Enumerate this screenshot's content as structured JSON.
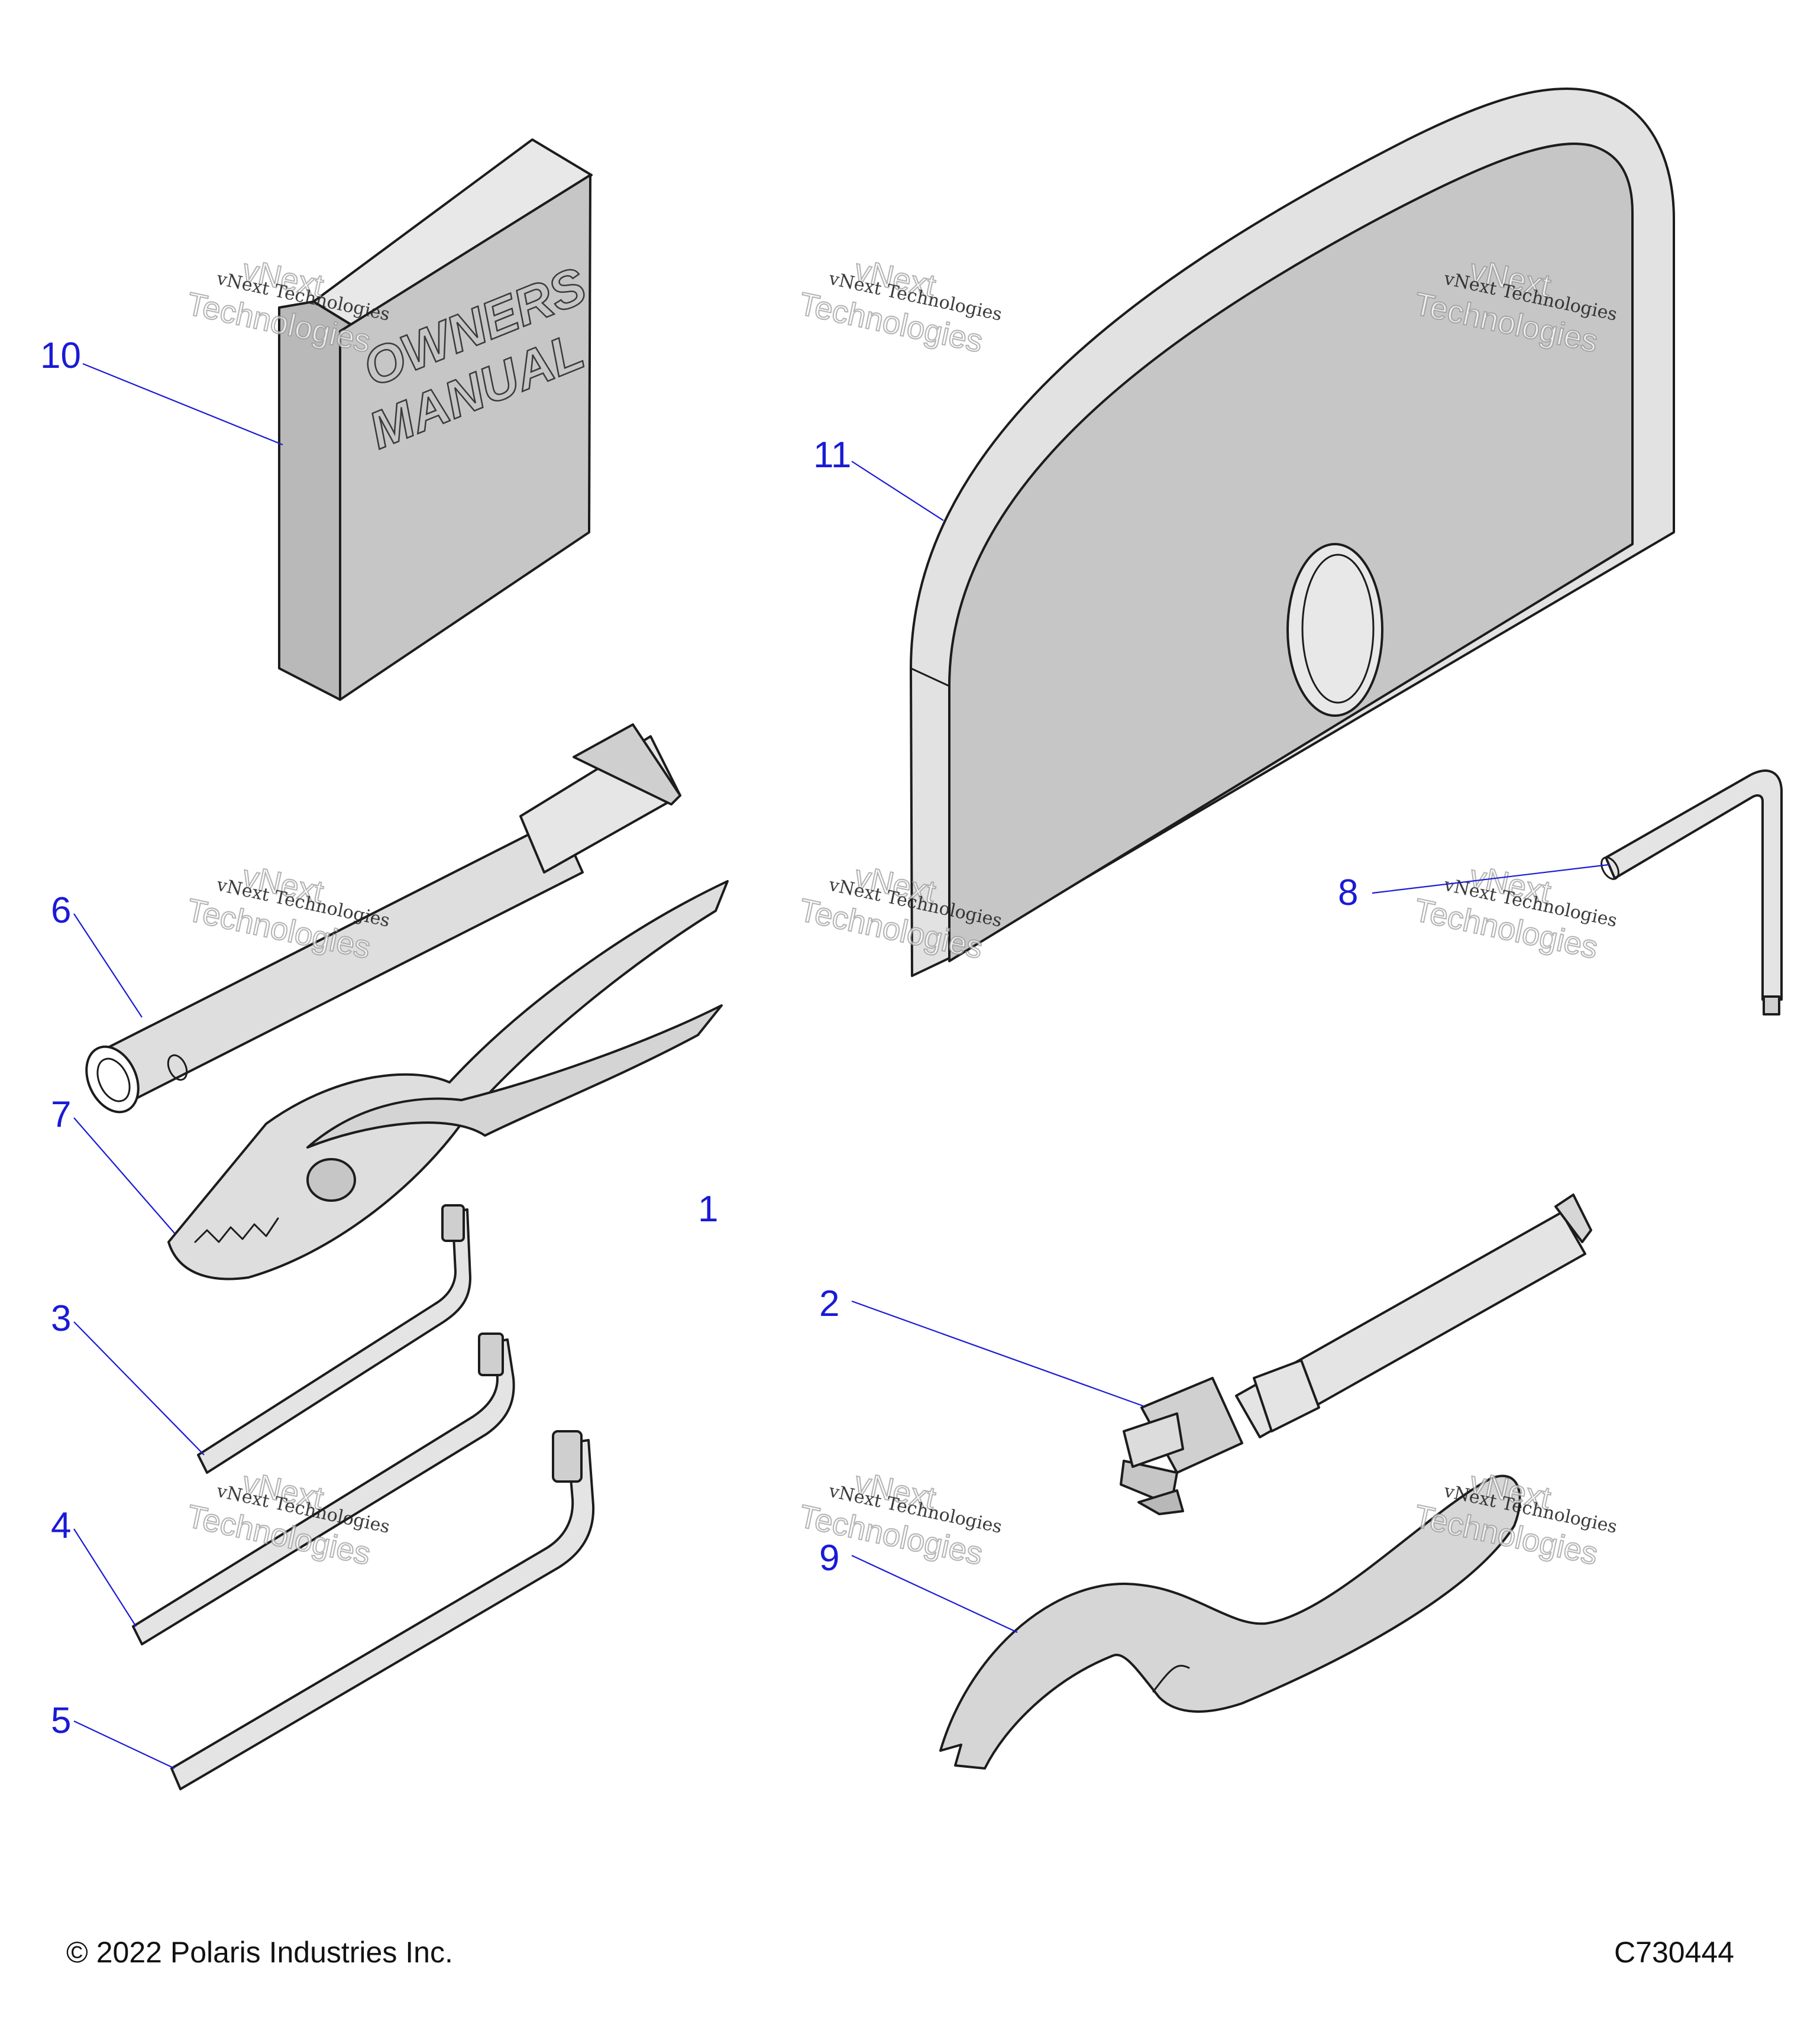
{
  "callouts": [
    {
      "id": "1",
      "label": "1"
    },
    {
      "id": "2",
      "label": "2"
    },
    {
      "id": "3",
      "label": "3"
    },
    {
      "id": "4",
      "label": "4"
    },
    {
      "id": "5",
      "label": "5"
    },
    {
      "id": "6",
      "label": "6"
    },
    {
      "id": "7",
      "label": "7"
    },
    {
      "id": "8",
      "label": "8"
    },
    {
      "id": "9",
      "label": "9"
    },
    {
      "id": "10",
      "label": "10"
    },
    {
      "id": "11",
      "label": "11"
    }
  ],
  "manual_cover": {
    "line1": "OWNERS",
    "line2": "MANUAL"
  },
  "watermark": {
    "line1": "vNext Technologies",
    "big_top": "vNext",
    "big_bottom": "Technologies"
  },
  "footer": {
    "copyright": "© 2022 Polaris Industries Inc.",
    "figure_code": "C730444"
  },
  "colors": {
    "callout": "#1a1ad6",
    "part_fill": "#c6c6c6",
    "part_light": "#e4e4e4",
    "outline": "#1c1c1c"
  }
}
